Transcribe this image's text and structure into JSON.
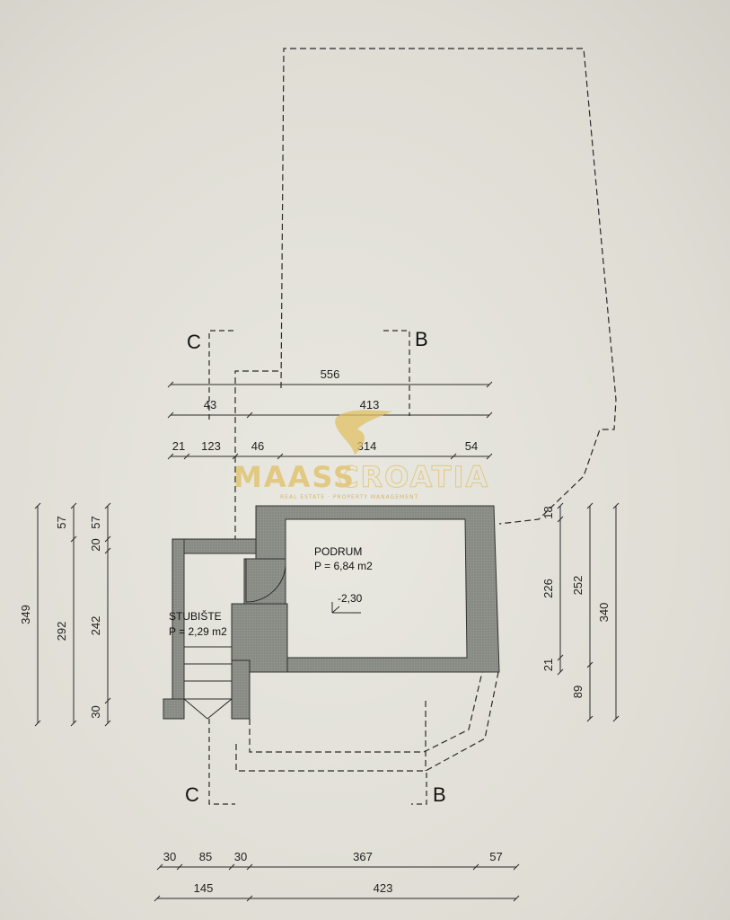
{
  "sections": {
    "c_top": "C",
    "b_top": "B",
    "c_bottom": "C",
    "b_bottom": "B"
  },
  "rooms": {
    "podrum_name": "PODRUM",
    "podrum_area": "P = 6,84 m2",
    "level": "-2,30",
    "stubiste_name": "STUBIŠTE",
    "stubiste_area": "P = 2,29 m2"
  },
  "dims_top": {
    "r1": [
      "556"
    ],
    "r2": [
      "43",
      "413"
    ],
    "r3": [
      "21",
      "123",
      "46",
      "314",
      "54"
    ]
  },
  "dims_bottom": {
    "r1": [
      "30",
      "85",
      "30",
      "367",
      "57"
    ],
    "r2": [
      "145",
      "423"
    ]
  },
  "dims_left": {
    "c1": [
      "349"
    ],
    "c2": [
      "57",
      "292"
    ],
    "c3": [
      "20",
      "57",
      "242",
      "30"
    ]
  },
  "dims_right": {
    "c1": [
      "18",
      "226",
      "21"
    ],
    "c2": [
      "252",
      "89"
    ],
    "c3": [
      "340"
    ]
  },
  "watermark": {
    "brand_a": "MAASS",
    "brand_b": "CROATIA",
    "tagline": "REAL ESTATE · PROPERTY MANAGEMENT"
  },
  "colors": {
    "wall": "#8f918b",
    "line": "#2a2a2a",
    "watermark": "#e0c063"
  }
}
